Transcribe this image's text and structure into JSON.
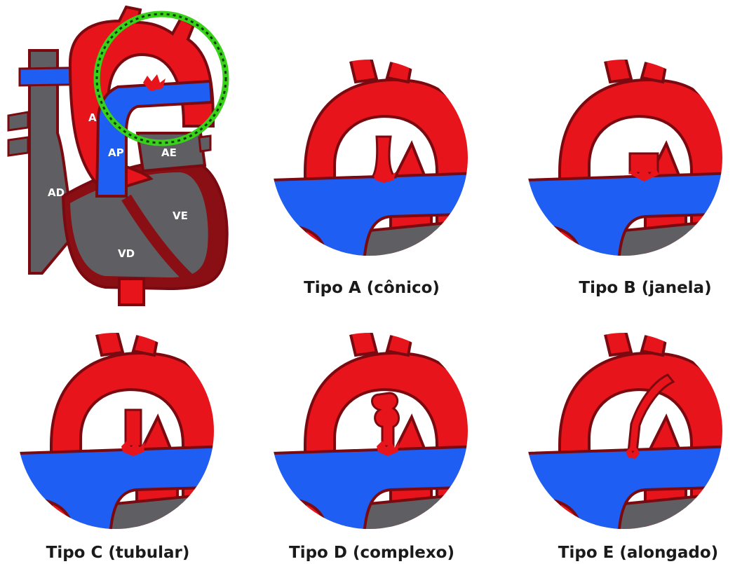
{
  "heart": {
    "labels": {
      "aorta": "A",
      "pulmonary_artery": "AP",
      "right_atrium": "AD",
      "left_atrium": "AE",
      "right_ventricle": "VD",
      "left_ventricle": "VE"
    }
  },
  "panels": [
    {
      "id": "A",
      "caption": "Tipo A (cônico)"
    },
    {
      "id": "B",
      "caption": "Tipo B (janela)"
    },
    {
      "id": "C",
      "caption": "Tipo C (tubular)"
    },
    {
      "id": "D",
      "caption": "Tipo D (complexo)"
    },
    {
      "id": "E",
      "caption": "Tipo E (alongado)"
    }
  ],
  "colors": {
    "aorta": "#e8141c",
    "pulmonary": "#1e5ef2",
    "outline": "#7a0a10",
    "chamber": "#5f5f63",
    "myocardium": "#8a0f14",
    "highlight_ring": "#39d11a"
  }
}
